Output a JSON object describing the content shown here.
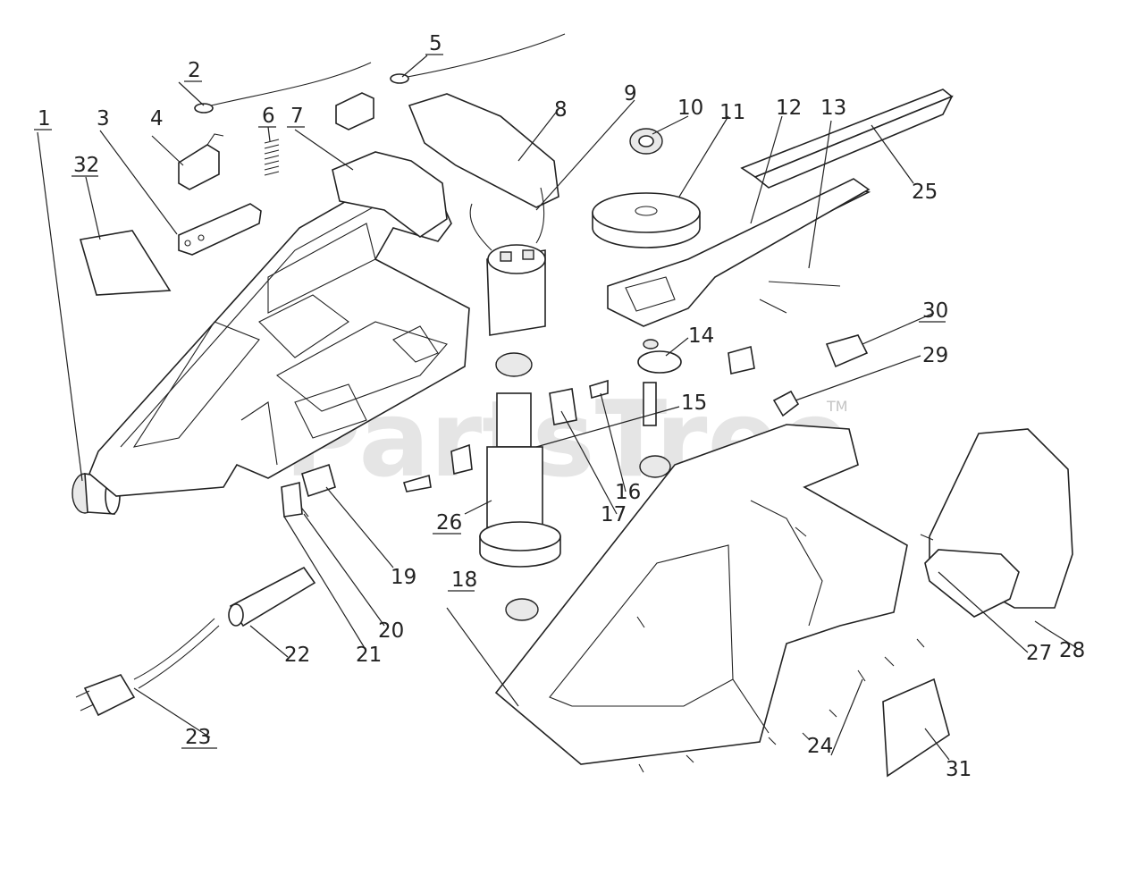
{
  "watermark": {
    "text": "PartsTree",
    "trademark": "TM"
  },
  "callouts": [
    "1",
    "2",
    "3",
    "4",
    "5",
    "6",
    "7",
    "8",
    "9",
    "10",
    "11",
    "12",
    "13",
    "14",
    "15",
    "16",
    "17",
    "18",
    "19",
    "20",
    "21",
    "22",
    "23",
    "24",
    "25",
    "26",
    "27",
    "28",
    "29",
    "30",
    "31",
    "32"
  ],
  "labels": {
    "c1": "1",
    "c2a": "2",
    "c3": "3",
    "c4": "4",
    "c5": "5",
    "c6": "6",
    "c7": "7",
    "c8": "8",
    "c9": "9",
    "c10": "10",
    "c11": "11",
    "c12": "12",
    "c13": "13",
    "c14": "14",
    "c15": "15",
    "c16": "16",
    "c17": "17",
    "c18": "18",
    "c19": "19",
    "c20": "20",
    "c21": "21",
    "c22": "22",
    "c23": "23",
    "c24": "24",
    "c25": "25",
    "c26": "26",
    "c27": "27",
    "c28": "28",
    "c29": "29",
    "c30": "30",
    "c31": "31",
    "c32": "32"
  }
}
